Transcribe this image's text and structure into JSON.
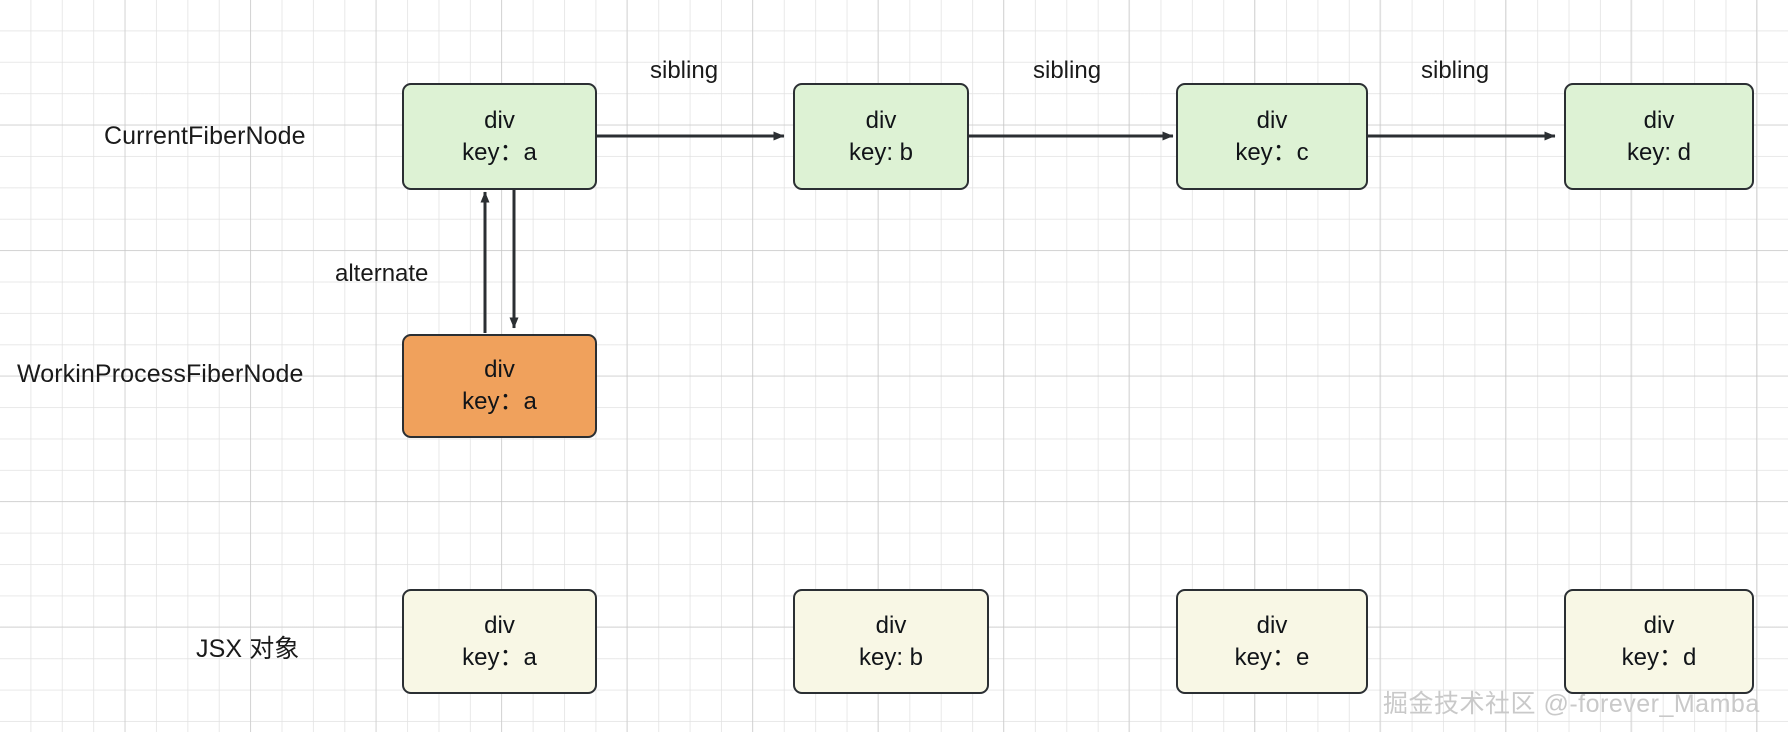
{
  "diagram": {
    "title": "React Fiber reconciliation diagram",
    "colors": {
      "current_fill": "#ddf2d4",
      "wip_fill": "#f0a15c",
      "jsx_fill": "#f8f7e5",
      "stroke": "#2b2f33",
      "text": "#111418",
      "grid_minor": "#e1e1e1",
      "grid_major": "#c3c3c3",
      "watermark": "#c9c9c9"
    },
    "rows": [
      {
        "id": "current",
        "label": "CurrentFiberNode"
      },
      {
        "id": "wip",
        "label": "WorkinProcessFiberNode"
      },
      {
        "id": "jsx",
        "label": "JSX 对象"
      }
    ],
    "current_fiber_nodes": [
      {
        "tag": "div",
        "key": "key：a"
      },
      {
        "tag": "div",
        "key": "key: b"
      },
      {
        "tag": "div",
        "key": "key：c"
      },
      {
        "tag": "div",
        "key": "key: d"
      }
    ],
    "wip_fiber_nodes": [
      {
        "tag": "div",
        "key": "key：a"
      }
    ],
    "jsx_nodes": [
      {
        "tag": "div",
        "key": "key：a"
      },
      {
        "tag": "div",
        "key": "key: b"
      },
      {
        "tag": "div",
        "key": "key：e"
      },
      {
        "tag": "div",
        "key": "key：d"
      }
    ],
    "sibling_labels": [
      "sibling",
      "sibling",
      "sibling"
    ],
    "alternate_label": "alternate",
    "watermark": "掘金技术社区 @-forever_Mamba"
  }
}
